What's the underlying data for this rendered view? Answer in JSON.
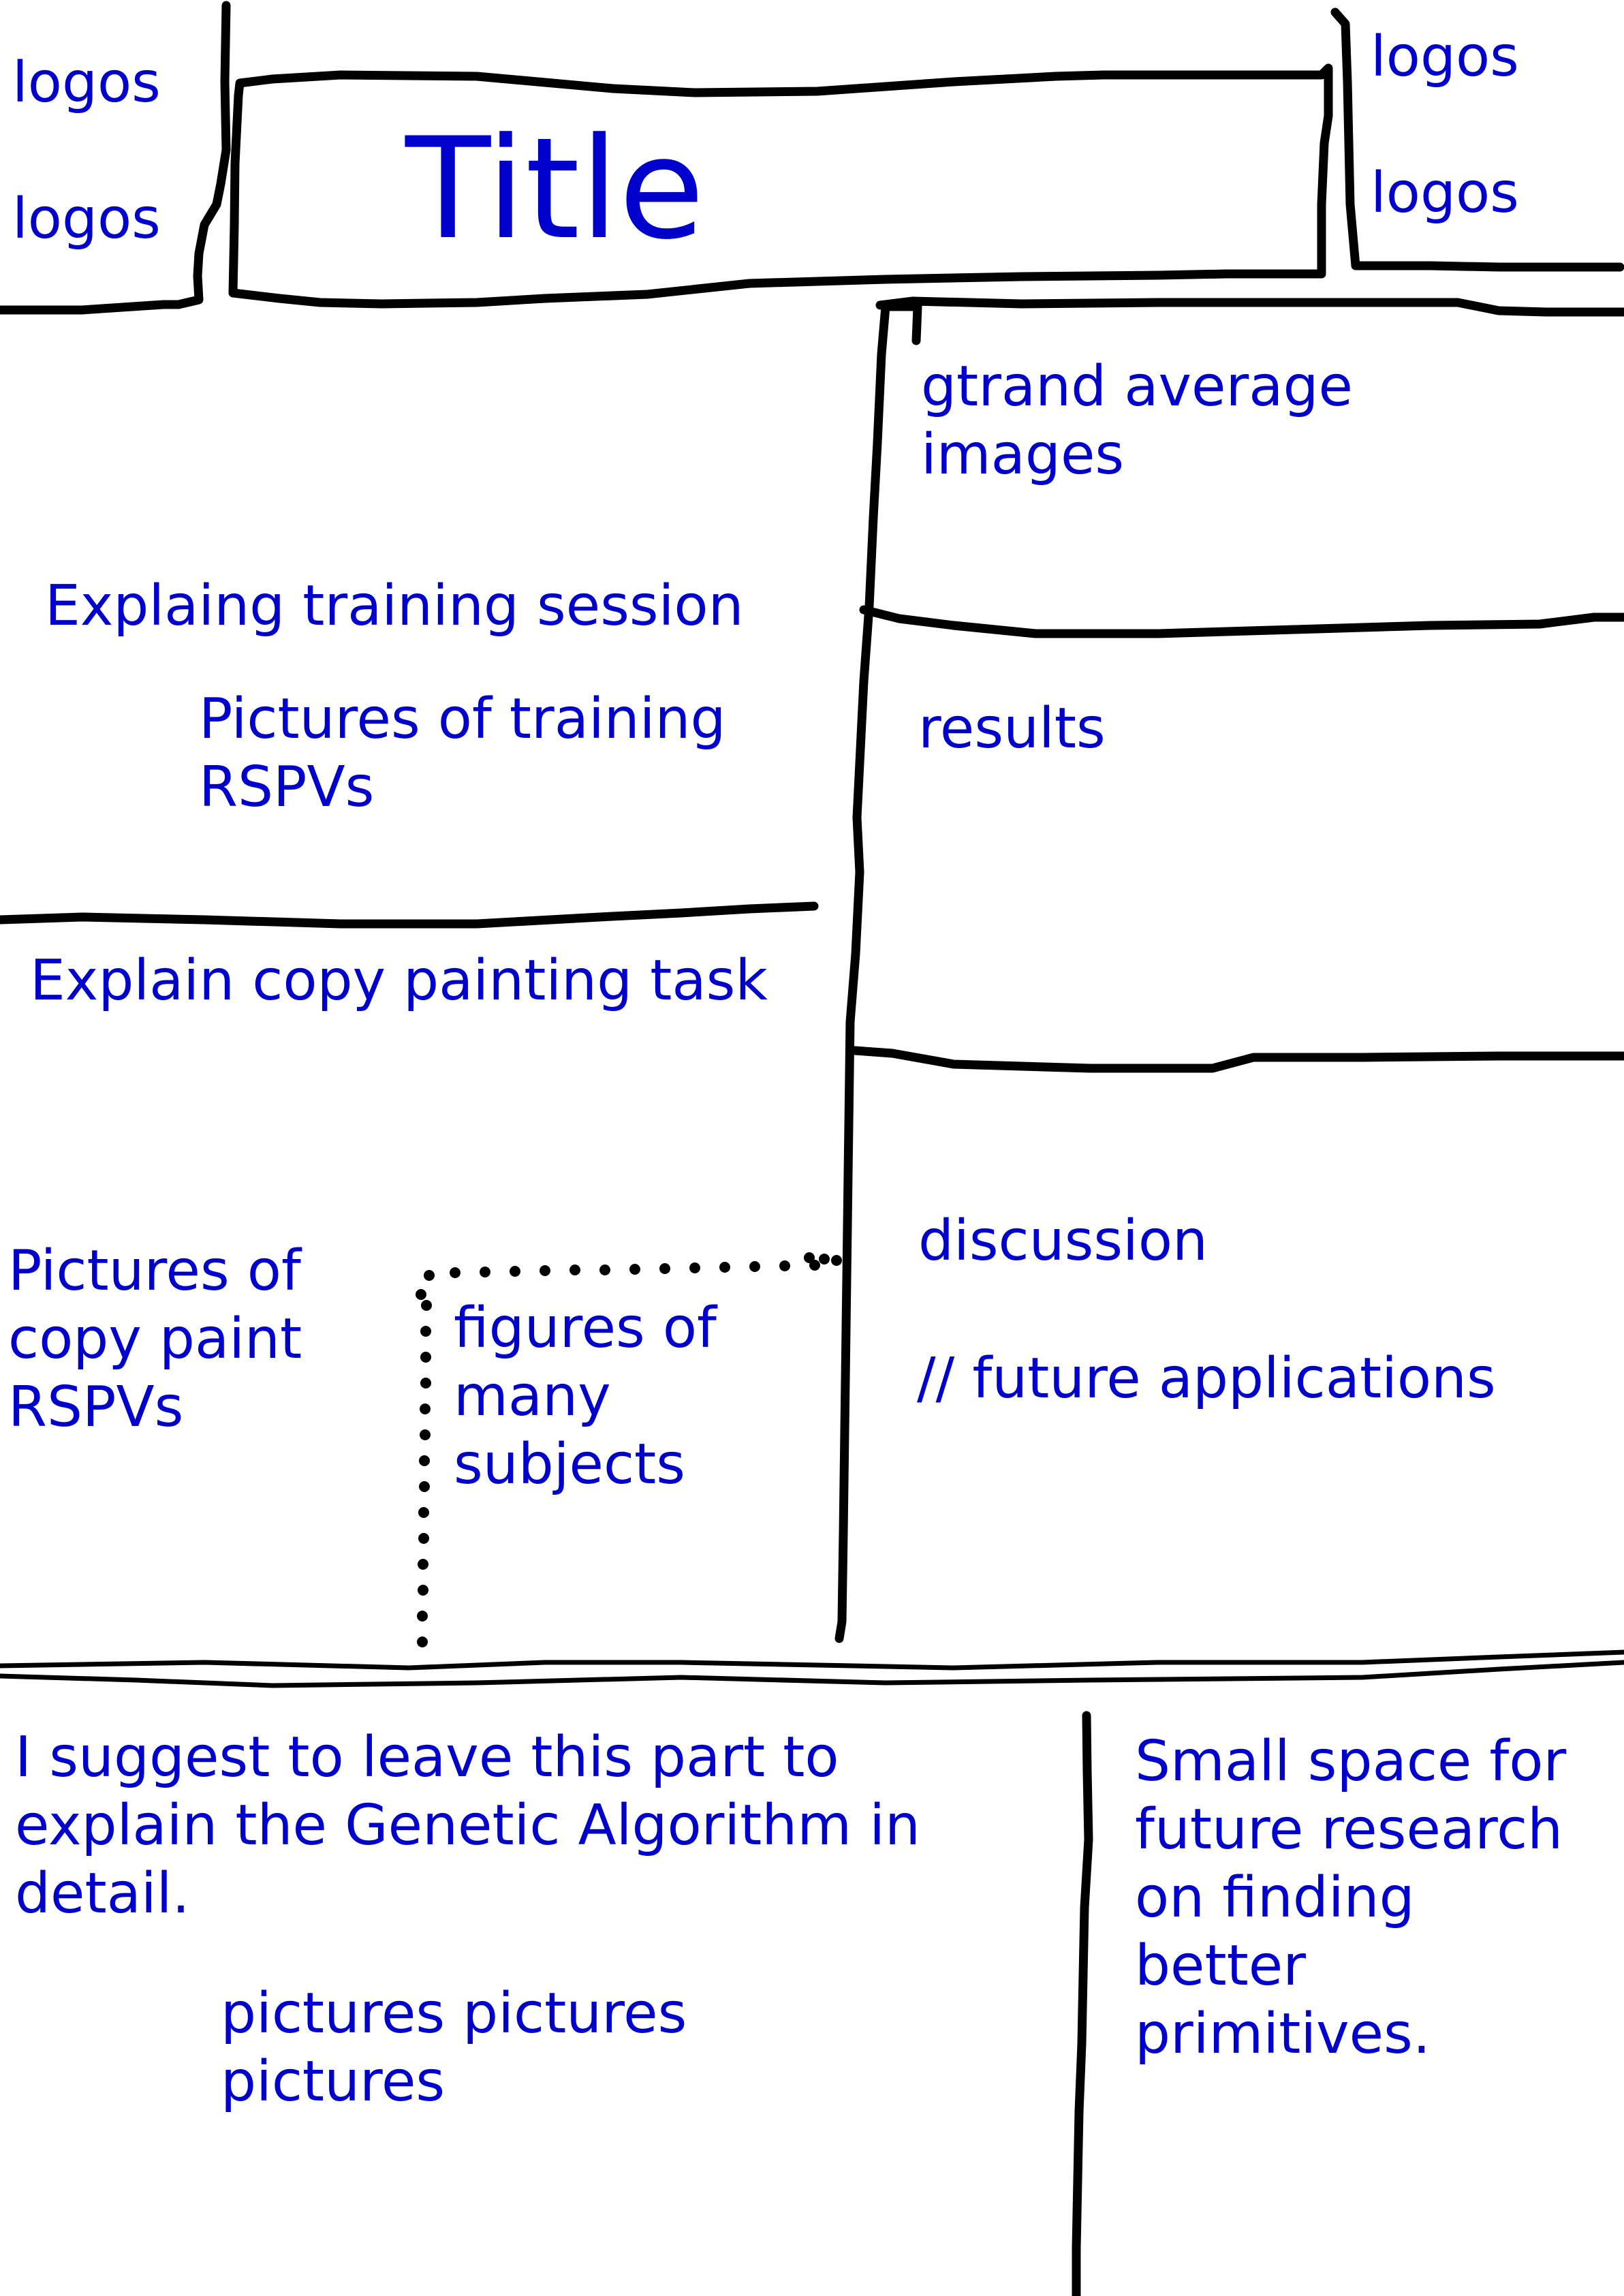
{
  "header": {
    "logos_top_left": "logos",
    "logos_mid_left": "logos",
    "logos_top_right": "logos",
    "logos_mid_right": "logos",
    "title": "Title"
  },
  "left_column": {
    "training_heading": "Explaing training session",
    "training_pictures": "Pictures of training\nRSPVs",
    "copy_heading": "Explain copy painting task",
    "copy_pictures": "Pictures of\ncopy paint\nRSPVs",
    "figures_note": "figures of\nmany\nsubjects"
  },
  "right_column": {
    "grand_average": "gtrand average\nimages",
    "results": "results",
    "discussion": "discussion",
    "future": "// future applications"
  },
  "bottom": {
    "ga_note": "I suggest to leave this part to\nexplain the Genetic Algorithm in\ndetail.",
    "pictures": "pictures pictures\npictures",
    "small_space": "Small space for\nfuture research\non finding\nbetter\nprimitives."
  },
  "colors": {
    "text": "#0000cc",
    "lines": "#000000",
    "background": "#ffffff"
  }
}
